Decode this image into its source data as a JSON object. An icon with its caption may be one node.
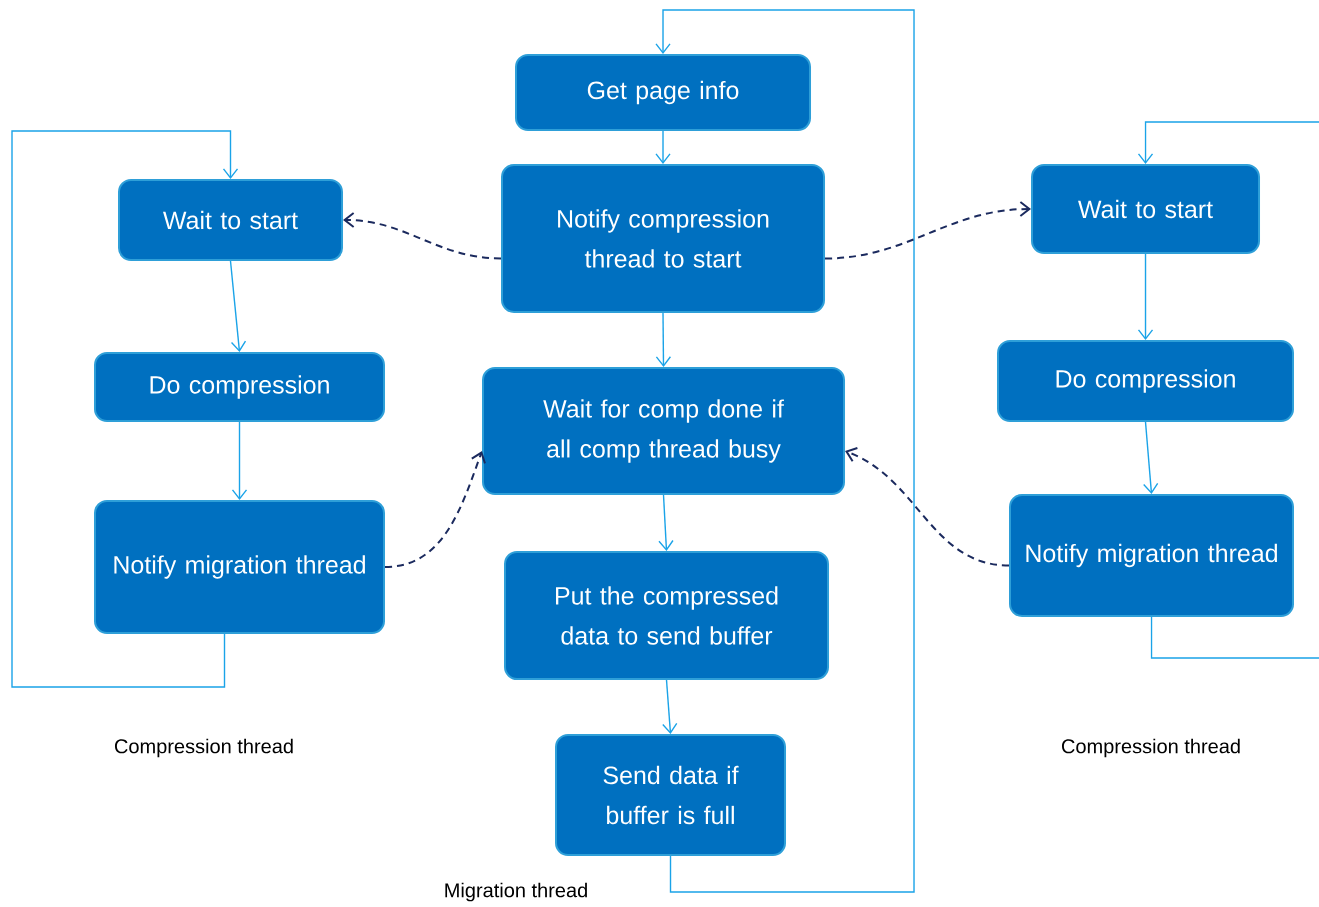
{
  "diagram": {
    "nodes": [
      {
        "text": [
          "Get page info"
        ]
      },
      {
        "text": [
          "Notify compression thread to start"
        ]
      },
      {
        "text": [
          "Wait for comp done if all comp thread busy"
        ]
      },
      {
        "text": [
          "Put the compressed data to send buffer"
        ]
      },
      {
        "text": [
          "Send data if buffer is full"
        ]
      },
      {
        "text": [
          "Wait to start"
        ]
      },
      {
        "text": [
          "Do compression"
        ]
      },
      {
        "text": [
          "Notify migration thread"
        ]
      },
      {
        "text": [
          "Wait to start"
        ]
      },
      {
        "text": [
          "Do compression"
        ]
      },
      {
        "text": [
          "Notify migration thread"
        ]
      }
    ],
    "edges": [
      {
        "from": 0,
        "to": 1,
        "arrow": "to"
      },
      {
        "from": 1,
        "to": 2,
        "arrow": "to"
      },
      {
        "from": 2,
        "to": 3,
        "arrow": "to"
      },
      {
        "from": 3,
        "to": 4,
        "arrow": "to"
      },
      {
        "from": 4,
        "to": 0,
        "arrow": "to"
      },
      {
        "from": 5,
        "to": 6,
        "arrow": "to"
      },
      {
        "from": 6,
        "to": 7,
        "arrow": "to"
      },
      {
        "from": 7,
        "to": 5,
        "arrow": "to"
      },
      {
        "from": null,
        "to": 8,
        "arrow": "to"
      },
      {
        "from": 8,
        "to": 9,
        "arrow": "to"
      },
      {
        "from": 9,
        "to": 10,
        "arrow": "to"
      },
      {
        "from": 10,
        "to": null,
        "arrow": "none"
      },
      {
        "from": 1,
        "to": 5,
        "arrow": "to",
        "style": "dashed",
        "color": "#1b2a5e"
      },
      {
        "from": 1,
        "to": 8,
        "arrow": "to",
        "style": "dashed",
        "color": "#1b2a5e"
      },
      {
        "from": 7,
        "to": 2,
        "arrow": "to",
        "style": "dashed",
        "color": "#1b2a5e"
      },
      {
        "from": 10,
        "to": 2,
        "arrow": "to",
        "style": "dashed",
        "color": "#1b2a5e"
      }
    ],
    "labels": [
      "Compression thread",
      "Compression thread",
      "Migration thread"
    ]
  }
}
